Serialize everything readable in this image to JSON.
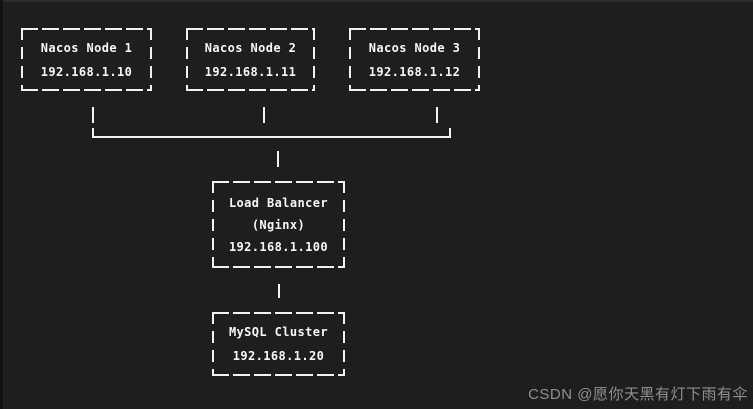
{
  "diagram": {
    "type": "architecture",
    "nodes": [
      {
        "id": "nacos-node-1",
        "lines": [
          "Nacos Node 1",
          "192.168.1.10"
        ]
      },
      {
        "id": "nacos-node-2",
        "lines": [
          "Nacos Node 2",
          "192.168.1.11"
        ]
      },
      {
        "id": "nacos-node-3",
        "lines": [
          "Nacos Node 3",
          "192.168.1.12"
        ]
      },
      {
        "id": "load-balancer",
        "lines": [
          "Load Balancer",
          "(Nginx)",
          "192.168.1.100"
        ]
      },
      {
        "id": "mysql-cluster",
        "lines": [
          "MySQL Cluster",
          "192.168.1.20"
        ]
      }
    ],
    "connections": [
      {
        "from": "nacos-node-1",
        "to": "load-balancer"
      },
      {
        "from": "nacos-node-2",
        "to": "load-balancer"
      },
      {
        "from": "nacos-node-3",
        "to": "load-balancer"
      },
      {
        "from": "load-balancer",
        "to": "mysql-cluster"
      }
    ],
    "colors": {
      "background": "#1d1e20",
      "line": "#f2f2f3",
      "text": "#f7f7f8",
      "watermark": "#8f9091"
    }
  },
  "watermark": {
    "text": "CSDN @愿你天黑有灯下雨有伞"
  }
}
